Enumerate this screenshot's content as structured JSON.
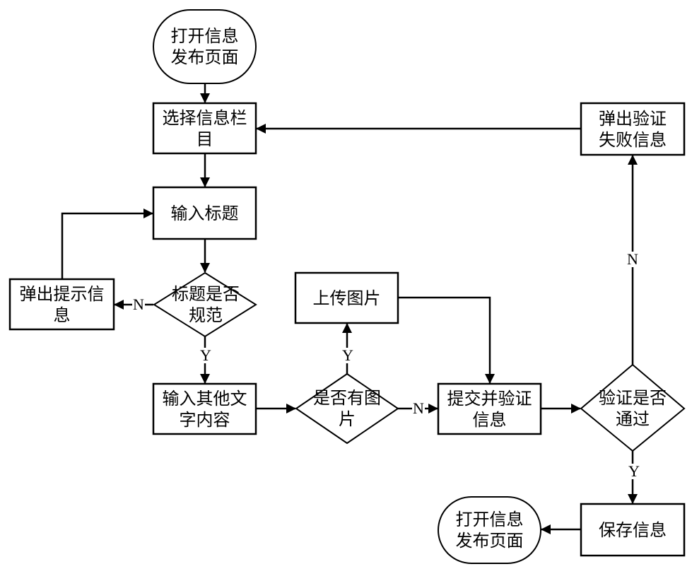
{
  "diagram": {
    "type": "flowchart",
    "nodes": [
      {
        "id": "start",
        "shape": "terminal",
        "text": "打开信息发布页面"
      },
      {
        "id": "select_column",
        "shape": "process",
        "text": "选择信息栏目"
      },
      {
        "id": "input_title",
        "shape": "process",
        "text": "输入标题"
      },
      {
        "id": "title_valid",
        "shape": "decision",
        "text": "标题是否规范"
      },
      {
        "id": "show_hint",
        "shape": "process",
        "text": "弹出提示信息"
      },
      {
        "id": "input_content",
        "shape": "process",
        "text": "输入其他文字内容"
      },
      {
        "id": "has_image",
        "shape": "decision",
        "text": "是否有图片"
      },
      {
        "id": "upload_image",
        "shape": "process",
        "text": "上传图片"
      },
      {
        "id": "submit_verify",
        "shape": "process",
        "text": "提交并验证信息"
      },
      {
        "id": "verify_pass",
        "shape": "decision",
        "text": "验证是否通过"
      },
      {
        "id": "show_fail",
        "shape": "process",
        "text": "弹出验证失败信息"
      },
      {
        "id": "save_info",
        "shape": "process",
        "text": "保存信息"
      },
      {
        "id": "end",
        "shape": "terminal",
        "text": "打开信息发布页面"
      }
    ],
    "edges": [
      {
        "from": "start",
        "to": "select_column",
        "label": ""
      },
      {
        "from": "select_column",
        "to": "input_title",
        "label": ""
      },
      {
        "from": "input_title",
        "to": "title_valid",
        "label": ""
      },
      {
        "from": "title_valid",
        "to": "show_hint",
        "label": "N"
      },
      {
        "from": "show_hint",
        "to": "input_title",
        "label": ""
      },
      {
        "from": "title_valid",
        "to": "input_content",
        "label": "Y"
      },
      {
        "from": "input_content",
        "to": "has_image",
        "label": ""
      },
      {
        "from": "has_image",
        "to": "upload_image",
        "label": "Y"
      },
      {
        "from": "has_image",
        "to": "submit_verify",
        "label": "N"
      },
      {
        "from": "upload_image",
        "to": "submit_verify",
        "label": ""
      },
      {
        "from": "submit_verify",
        "to": "verify_pass",
        "label": ""
      },
      {
        "from": "verify_pass",
        "to": "show_fail",
        "label": "N"
      },
      {
        "from": "show_fail",
        "to": "select_column",
        "label": ""
      },
      {
        "from": "verify_pass",
        "to": "save_info",
        "label": "Y"
      },
      {
        "from": "save_info",
        "to": "end",
        "label": ""
      }
    ]
  },
  "labels": {
    "title_valid_no": "N",
    "title_valid_yes": "Y",
    "has_image_yes": "Y",
    "has_image_no": "N",
    "verify_pass_no": "N",
    "verify_pass_yes": "Y"
  }
}
